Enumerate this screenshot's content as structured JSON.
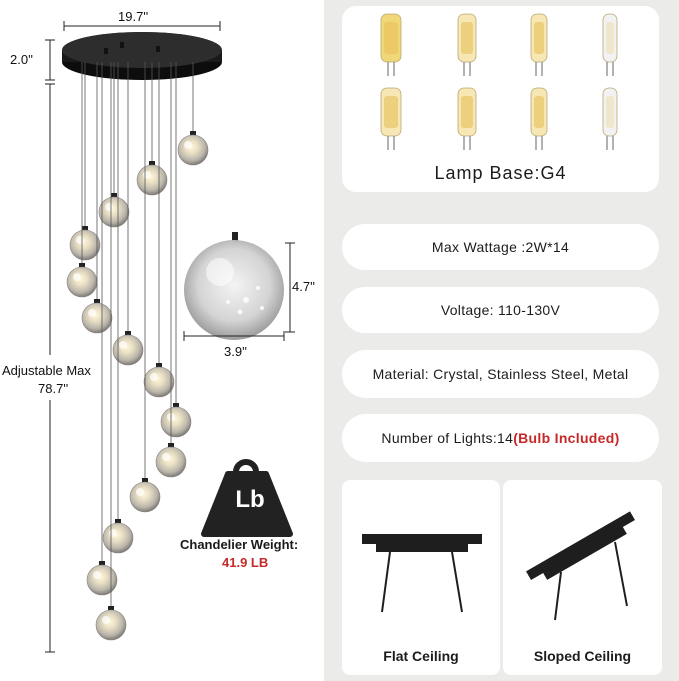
{
  "dimensions": {
    "width": "19.7''",
    "height": "2.0''",
    "adjustable_label": "Adjustable Max",
    "adjustable_value": "78.7''",
    "globe_height": "4.7''",
    "globe_width": "3.9''"
  },
  "weight": {
    "icon_label": "Lb",
    "label": "Chandelier Weight:",
    "value": "41.9 LB"
  },
  "specs": {
    "lamp_base": "Lamp Base:G4",
    "max_wattage": "Max Wattage :2W*14",
    "voltage": "Voltage: 110-130V",
    "material": "Material: Crystal, Stainless Steel, Metal",
    "lights_prefix": "Number of Lights:14",
    "lights_suffix": "(Bulb Included)"
  },
  "ceilings": {
    "flat": "Flat Ceiling",
    "sloped": "Sloped Ceiling"
  },
  "colors": {
    "accent_red": "#c62828",
    "panel_bg": "#ebebea",
    "metal": "#1e1e1e"
  }
}
